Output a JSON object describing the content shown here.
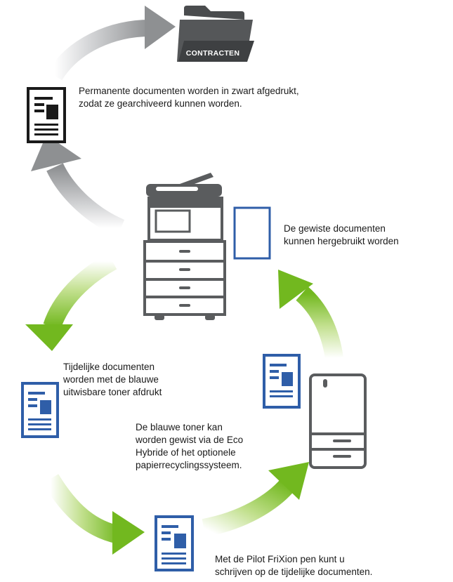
{
  "folder": {
    "label": "CONTRACTEN"
  },
  "captions": {
    "permanent": [
      "Permanente documenten worden in zwart afgedrukt,",
      "zodat ze gearchiveerd kunnen worden."
    ],
    "erased": [
      "De gewiste documenten",
      "kunnen hergebruikt worden"
    ],
    "temporary": [
      "Tijdelijke documenten",
      "worden met de blauwe",
      "uitwisbare toner afdrukt"
    ],
    "erasable": [
      "De blauwe toner kan",
      "worden gewist via de Eco",
      "Hybride of het optionele",
      "papierrecyclingssysteem."
    ],
    "pen": [
      "Met de Pilot FriXion pen kunt u",
      "schrijven op de tijdelijke documenten."
    ]
  },
  "colors": {
    "gray_arrow": "#9a9b9d",
    "green_arrow": "#7cbf2a",
    "blue_doc": "#2f5ea8",
    "black_doc": "#1a1a1a",
    "device": "#5a5c5e",
    "folder": "#4a4c4e"
  }
}
